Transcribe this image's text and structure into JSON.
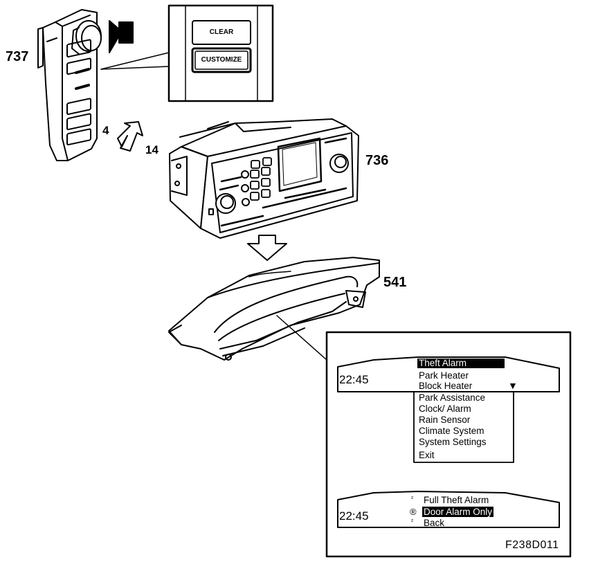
{
  "callouts": {
    "switch_panel": "737",
    "control_unit": "736",
    "dash_display": "541",
    "arrow_from": "4",
    "arrow_to": "14"
  },
  "button_panel": {
    "clear_label": "CLEAR",
    "customize_label": "CUSTOMIZE"
  },
  "display_top": {
    "time": "22:45",
    "items": [
      "Theft  Alarm",
      "Park Heater",
      "Block Heater"
    ],
    "selected_index": 0,
    "more_indicator": "▼"
  },
  "menu_list": {
    "items": [
      "Park Assistance",
      "Clock/ Alarm",
      "Rain Sensor",
      "Climate System",
      "System Settings",
      "Exit"
    ]
  },
  "display_bottom": {
    "time": "22:45",
    "items": [
      "Full  Theft  Alarm",
      "Door  Alarm  Only",
      "Back"
    ],
    "markers": [
      "²",
      "®",
      "²"
    ],
    "selected_index": 1
  },
  "figure_code": "F238D011"
}
